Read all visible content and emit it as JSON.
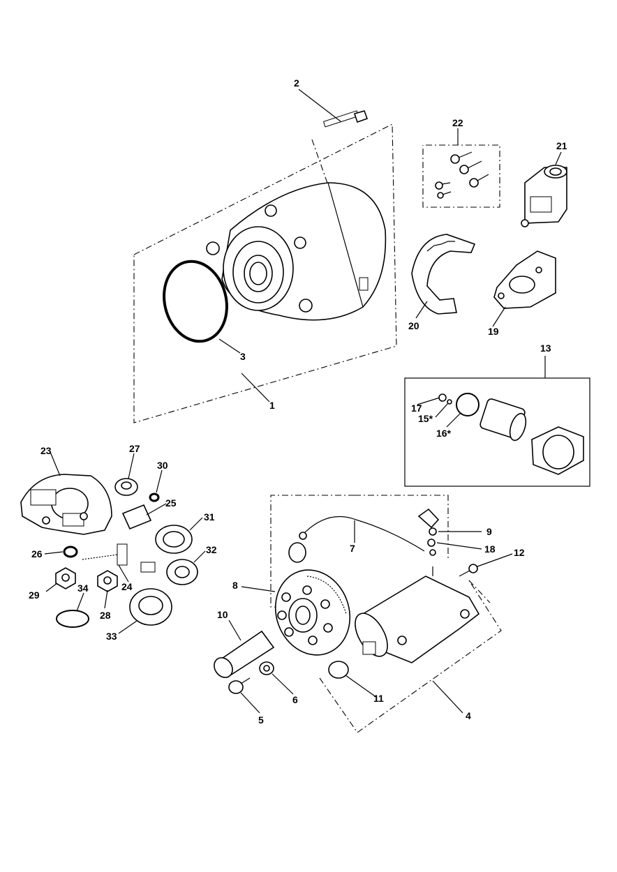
{
  "diagram": {
    "callouts": {
      "c1": "1",
      "c2": "2",
      "c3": "3",
      "c4": "4",
      "c5": "5",
      "c6": "6",
      "c7": "7",
      "c8": "8",
      "c9": "9",
      "c10": "10",
      "c11": "11",
      "c12": "12",
      "c13": "13",
      "c15": "15*",
      "c16": "16*",
      "c17": "17",
      "c18": "18",
      "c19": "19",
      "c20": "20",
      "c21": "21",
      "c22": "22",
      "c23": "23",
      "c24": "24",
      "c25": "25",
      "c26": "26",
      "c27": "27",
      "c28": "28",
      "c29": "29",
      "c30": "30",
      "c31": "31",
      "c32": "32",
      "c33": "33",
      "c34": "34"
    }
  }
}
